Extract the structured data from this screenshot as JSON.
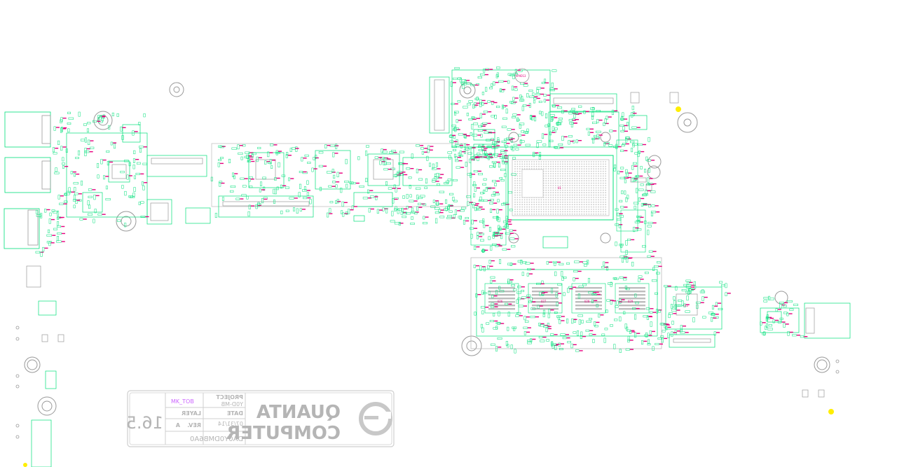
{
  "title_block": {
    "project_label": "PROJECT",
    "project_value": "Y0D-MB",
    "date_label": "DATE",
    "date_value": "07/31/14",
    "layer_label": "LAYER",
    "layer_value": "MK_TOB",
    "rev_label": "REV.",
    "rev_value": "A",
    "part_number": "DA0Y0DMB6A0",
    "version": "16.5",
    "company_line1": "QUANTA",
    "company_line2": "COMPUTER"
  },
  "components": {
    "cpu": "U1",
    "memory_chips": [
      "U26",
      "U27",
      "U28",
      "U29"
    ],
    "io_controller": "U12",
    "pad_label": "SPAD13"
  },
  "colors": {
    "outline": "#00e07a",
    "label": "#e6007e",
    "board_edge": "#a8a8a8",
    "title_block": "#b5b5b5",
    "marker": "#ffee00"
  }
}
